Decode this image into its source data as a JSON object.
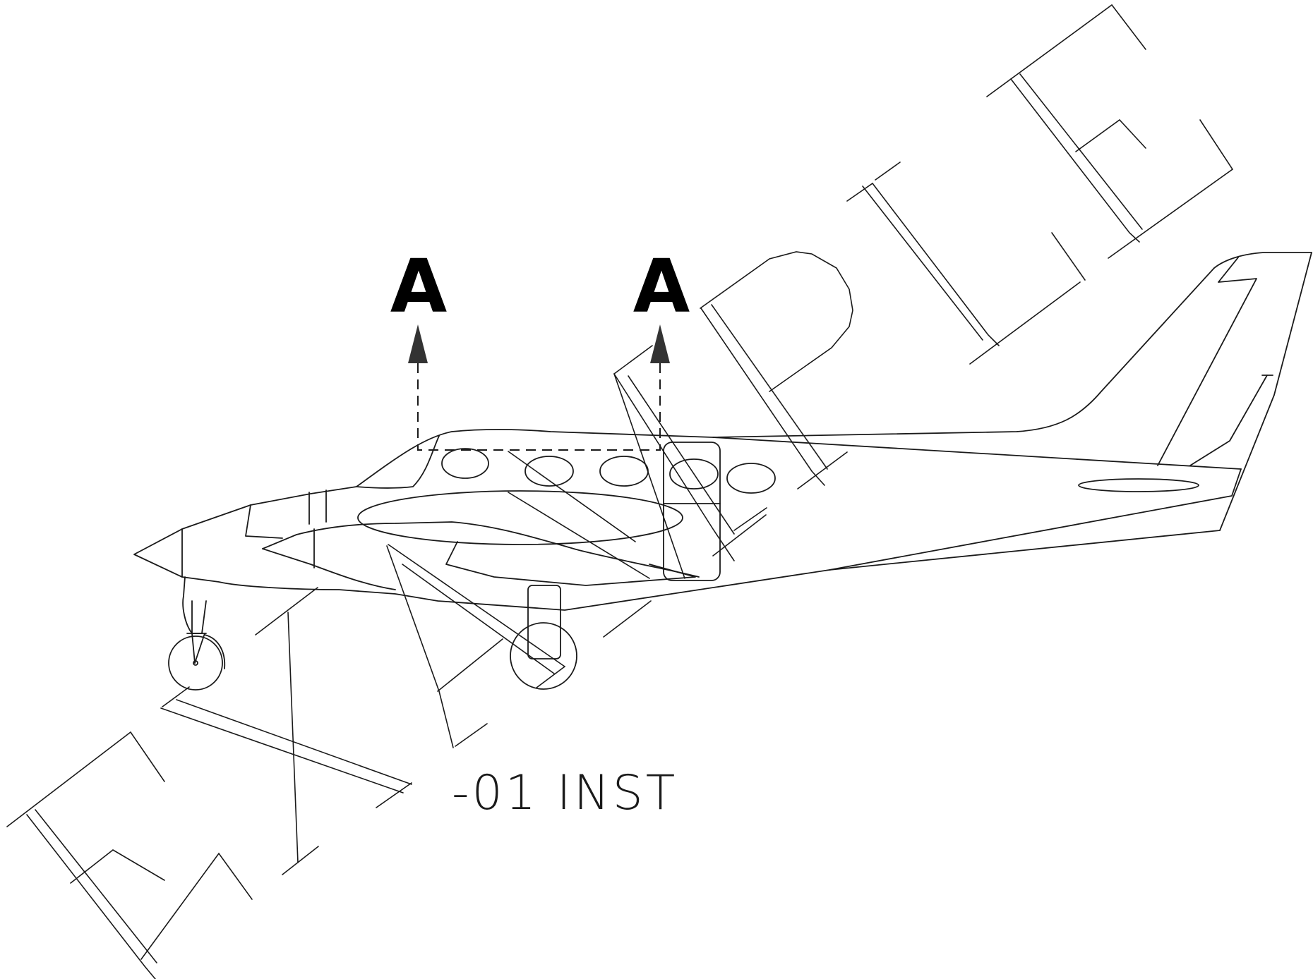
{
  "section_marker": {
    "left_label": "A",
    "right_label": "A"
  },
  "installation_note": "-01 INST",
  "watermark": "EXAMPLE",
  "colors": {
    "line": "#1a1a1a",
    "arrow": "#333333",
    "background": "#ffffff"
  }
}
